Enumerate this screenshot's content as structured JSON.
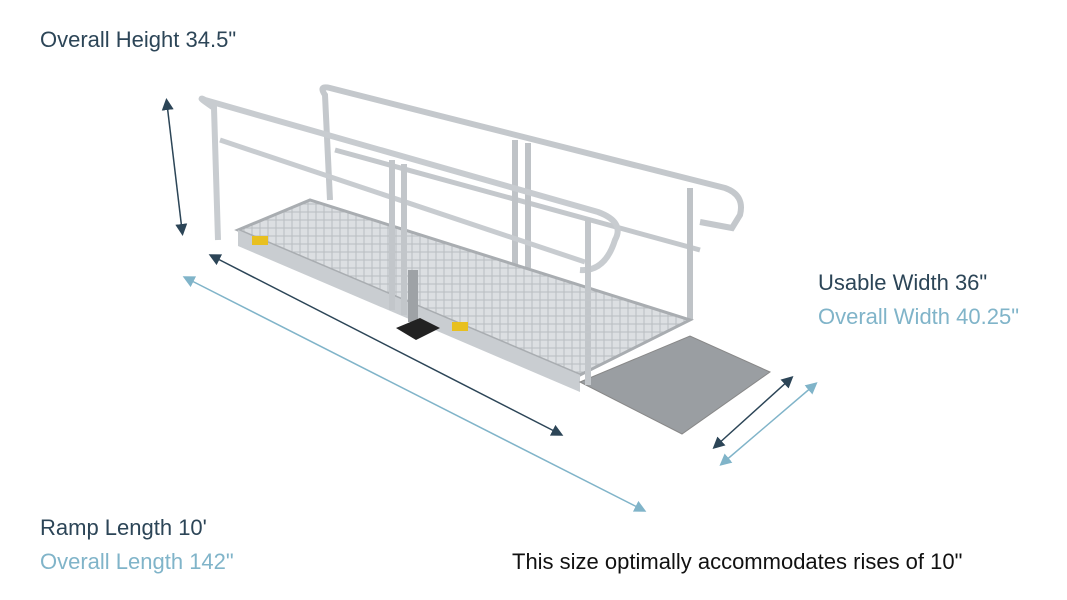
{
  "labels": {
    "overall_height": "Overall Height 34.5\"",
    "usable_width": "Usable Width 36\"",
    "overall_width": "Overall Width 40.25\"",
    "ramp_length": "Ramp Length 10'",
    "overall_length": "Overall Length 142\"",
    "note": "This size optimally accommodates rises of 10\""
  },
  "colors": {
    "dark": "#2c4557",
    "light": "#80b4c9"
  }
}
